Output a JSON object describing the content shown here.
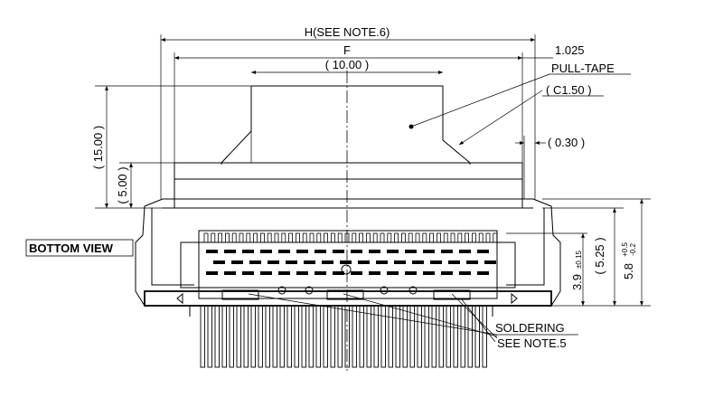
{
  "dimensions": {
    "h": "H(SEE NOTE.6)",
    "f": "F",
    "w10": "( 10.00 )",
    "d1025": "1.025",
    "h15": "( 15.00 )",
    "h5": "( 5.00 )",
    "d030": "( 0.30 )",
    "h39": "3.9",
    "h39_tol": "±0.15",
    "h525": "( 5.25 )",
    "h58": "5.8",
    "h58_tol_plus": "+0.5",
    "h58_tol_minus": "-0.2"
  },
  "callouts": {
    "pull_tape": "PULL-TAPE",
    "c150": "( C1.50 )",
    "bottom_view": "BOTTOM VIEW",
    "soldering": "SOLDERING",
    "see_note5": "SEE NOTE.5"
  }
}
